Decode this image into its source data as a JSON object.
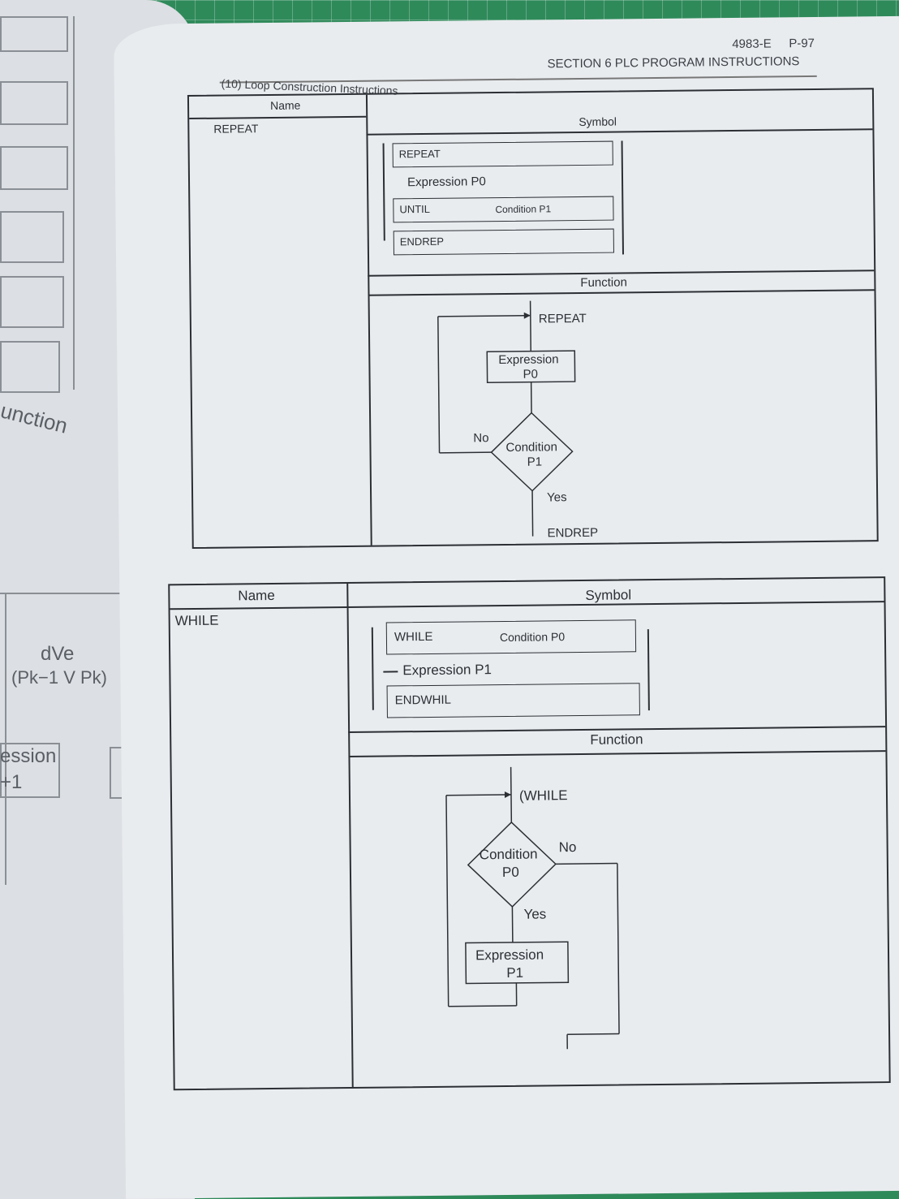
{
  "page_header": {
    "doc_code": "4983-E",
    "page_no": "P-97",
    "section": "SECTION 6   PLC PROGRAM INSTRUCTIONS",
    "subsection": "(10) Loop Construction Instructions"
  },
  "repeat_table": {
    "col_name": "Name",
    "name": "REPEAT",
    "col_symbol": "Symbol",
    "sym_repeat": "REPEAT",
    "sym_expr": "Expression P0",
    "sym_until": "UNTIL",
    "sym_cond": "Condition P1",
    "sym_endrep": "ENDREP",
    "col_function": "Function",
    "fc_start": "REPEAT",
    "fc_expr_1": "Expression",
    "fc_expr_2": "P0",
    "fc_no": "No",
    "fc_cond_1": "Condition",
    "fc_cond_2": "P1",
    "fc_yes": "Yes",
    "fc_end": "ENDREP"
  },
  "while_table": {
    "col_name": "Name",
    "name": "WHILE",
    "col_symbol": "Symbol",
    "sym_while": "WHILE",
    "sym_cond": "Condition P0",
    "sym_expr": "Expression P1",
    "sym_endwhil": "ENDWHIL",
    "col_function": "Function",
    "fc_start": "(WHILE",
    "fc_cond_1": "Condition",
    "fc_cond_2": "P0",
    "fc_no": "No",
    "fc_yes": "Yes",
    "fc_expr_1": "Expression",
    "fc_expr_2": "P1"
  },
  "left_page": {
    "function_fragment": "unction",
    "formula_1": "dVe",
    "formula_2": "(Pk−1 V Pk)",
    "expr_fragment_1": "ession",
    "expr_fragment_2": "+1"
  }
}
